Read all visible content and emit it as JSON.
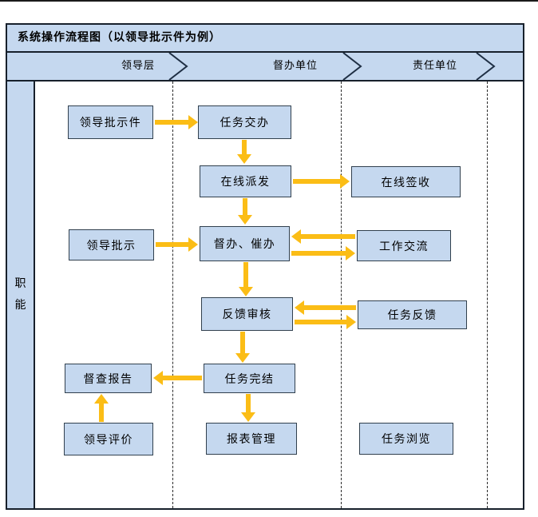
{
  "title": "系统操作流程图（以领导批示件为例）",
  "lanes": [
    {
      "label": "领导层"
    },
    {
      "label": "督办单位"
    },
    {
      "label": "责任单位"
    }
  ],
  "role_column": {
    "label": "职能"
  },
  "nodes": [
    {
      "id": "leader-instruction-doc",
      "label": "领导批示件"
    },
    {
      "id": "task-assignment",
      "label": "任务交办"
    },
    {
      "id": "online-dispatch",
      "label": "在线派发"
    },
    {
      "id": "online-receipt",
      "label": "在线签收"
    },
    {
      "id": "leader-instruction",
      "label": "领导批示"
    },
    {
      "id": "supervise-urge",
      "label": "督办、催办"
    },
    {
      "id": "work-communication",
      "label": "工作交流"
    },
    {
      "id": "feedback-review",
      "label": "反馈审核"
    },
    {
      "id": "task-feedback",
      "label": "任务反馈"
    },
    {
      "id": "supervision-report",
      "label": "督查报告"
    },
    {
      "id": "task-completion",
      "label": "任务完结"
    },
    {
      "id": "leader-evaluation",
      "label": "领导评价"
    },
    {
      "id": "report-management",
      "label": "报表管理"
    },
    {
      "id": "task-browsing",
      "label": "任务浏览"
    }
  ],
  "connections": [
    {
      "from": "领导批示件",
      "to": "任务交办"
    },
    {
      "from": "任务交办",
      "to": "在线派发"
    },
    {
      "from": "在线派发",
      "to": "在线签收"
    },
    {
      "from": "在线派发",
      "to": "督办、催办"
    },
    {
      "from": "领导批示",
      "to": "督办、催办"
    },
    {
      "from": "工作交流",
      "to": "督办、催办"
    },
    {
      "from": "督办、催办",
      "to": "工作交流"
    },
    {
      "from": "督办、催办",
      "to": "反馈审核"
    },
    {
      "from": "任务反馈",
      "to": "反馈审核"
    },
    {
      "from": "反馈审核",
      "to": "任务反馈"
    },
    {
      "from": "反馈审核",
      "to": "任务完结"
    },
    {
      "from": "任务完结",
      "to": "督查报告"
    },
    {
      "from": "任务完结",
      "to": "报表管理"
    },
    {
      "from": "领导评价",
      "to": "督查报告"
    }
  ],
  "colors": {
    "node_fill": "#c5d8ef",
    "node_border": "#31404e",
    "header_fill": "#c5d8ef",
    "frame_border": "#17202b",
    "arrow": "#fbbd16",
    "text": "#000000"
  }
}
